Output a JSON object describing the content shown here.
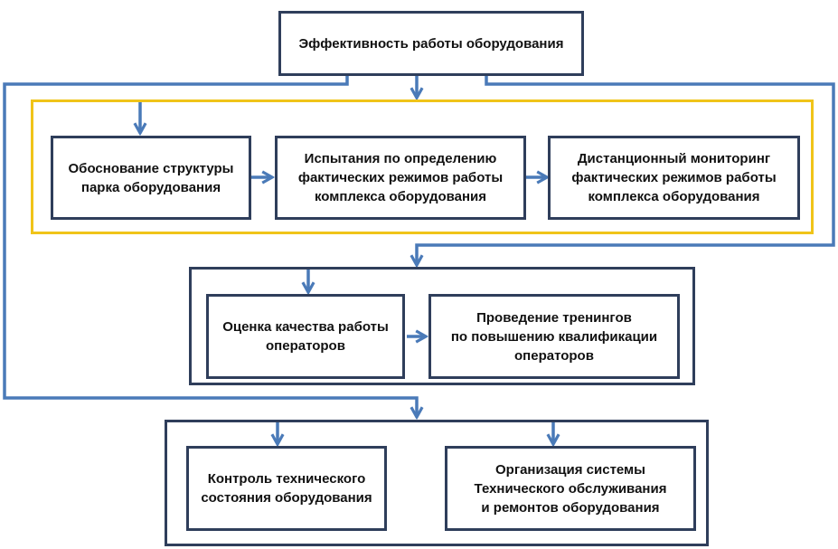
{
  "colors": {
    "box_border": "#2f3e5b",
    "group_border": "#2f3e5b",
    "highlight_border": "#f0c419",
    "connector": "#4a7ab8"
  },
  "nodes": {
    "top": "Эффективность работы оборудования",
    "structure": "Обоснование структуры\nпарка оборудования",
    "tests": "Испытания по определению\nфактических режимов работы\nкомплекса оборудования",
    "monitoring": "Дистанционный мониторинг\nфактических режимов работы\nкомплекса оборудования",
    "operators_quality": "Оценка качества работы\nоператоров",
    "trainings": "Проведение тренингов\nпо повышению квалификации\nоператоров",
    "tech_control": "Контроль технического\nсостояния оборудования",
    "maintenance": "Организация системы\nТехнического обслуживания\nи ремонтов оборудования"
  }
}
